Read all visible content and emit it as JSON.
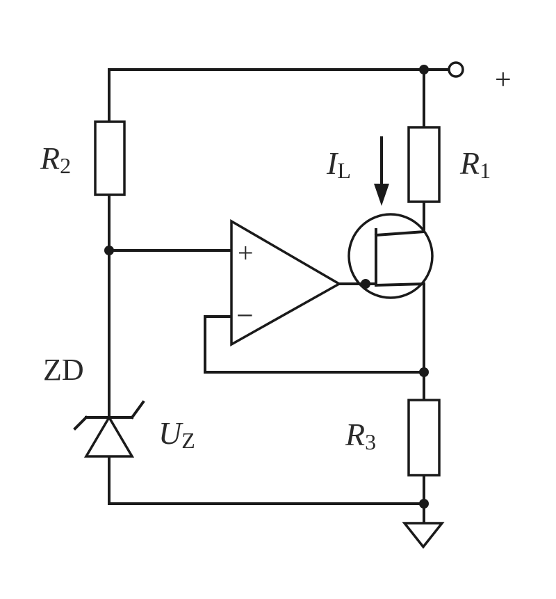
{
  "labels": {
    "r2": {
      "main": "R",
      "sub": "2"
    },
    "r1": {
      "main": "R",
      "sub": "1"
    },
    "r3": {
      "main": "R",
      "sub": "3"
    },
    "il": {
      "main": "I",
      "sub": "L"
    },
    "uz": {
      "main": "U",
      "sub": "Z"
    },
    "zd": "ZD",
    "supply_plus": "+",
    "opamp_plus": "+",
    "opamp_minus": "−"
  },
  "icons": {
    "resistor": "rectangle",
    "zener": "zener-diode",
    "transistor": "fet-circle",
    "ground": "ground-triangle",
    "terminal": "open-circle"
  },
  "colors": {
    "line": "#1a1a1a",
    "label": "#2a2a2a",
    "background": "#ffffff"
  }
}
